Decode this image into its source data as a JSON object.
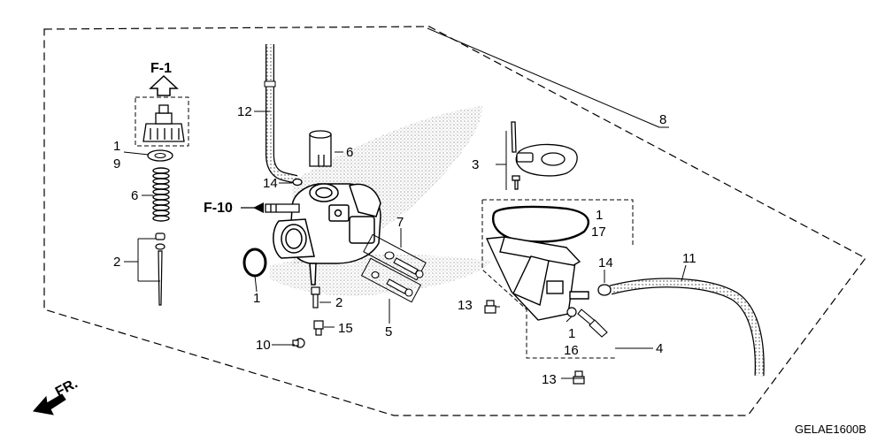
{
  "diagram_code": "GELAE1600B",
  "front_marker": "FR.",
  "refs": {
    "f1": "F-1",
    "f10": "F-10"
  },
  "callouts": {
    "c1a": "1",
    "c9": "9",
    "c6a": "6",
    "c2a": "2",
    "c12": "12",
    "c6b": "6",
    "c14a": "14",
    "c1b": "1",
    "c2b": "2",
    "c15": "15",
    "c10": "10",
    "c7": "7",
    "c5": "5",
    "c3": "3",
    "c8": "8",
    "c1c": "1",
    "c17": "17",
    "c14b": "14",
    "c11": "11",
    "c13a": "13",
    "c1d": "1",
    "c16": "16",
    "c4": "4",
    "c13b": "13"
  }
}
